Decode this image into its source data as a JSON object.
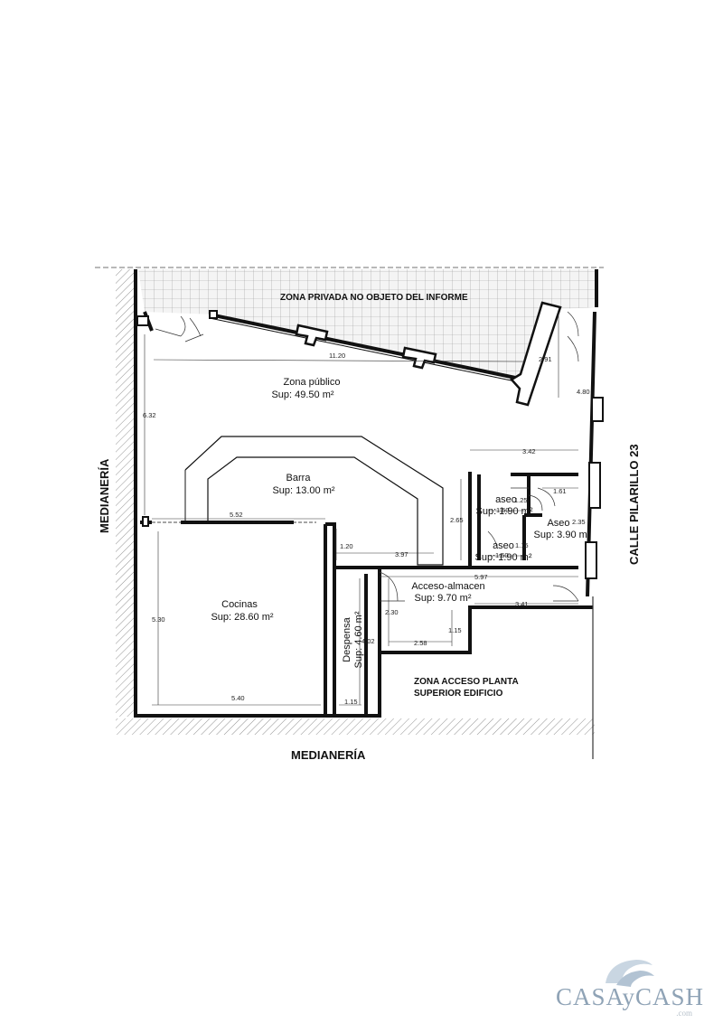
{
  "zones": {
    "private": "ZONA PRIVADA NO OBJETO DEL INFORME",
    "access_line1": "ZONA ACCESO PLANTA",
    "access_line2": "SUPERIOR EDIFICIO"
  },
  "boundaries": {
    "left": "MEDIANERÍA",
    "bottom": "MEDIANERÍA",
    "right": "CALLE PILARILLO 23"
  },
  "rooms": [
    {
      "id": "zona-publico",
      "name": "Zona público",
      "area": "Sup: 49.50 m²"
    },
    {
      "id": "barra",
      "name": "Barra",
      "area": "Sup: 13.00 m²"
    },
    {
      "id": "cocinas",
      "name": "Cocinas",
      "area": "Sup: 28.60 m²"
    },
    {
      "id": "despensa",
      "name": "Despensa",
      "area": "Sup: 4.60 m²"
    },
    {
      "id": "acceso-almacen",
      "name": "Acceso-almacen",
      "area": "Sup: 9.70 m²"
    },
    {
      "id": "aseo-1",
      "name": "aseo",
      "area": "Sup: 1.90 m²"
    },
    {
      "id": "aseo-2",
      "name": "aseo",
      "area": "Sup: 1.90 m²"
    },
    {
      "id": "aseo-3",
      "name": "Aseo",
      "area": "Sup: 3.90 m²"
    }
  ],
  "dimensions": {
    "facade_top": "11.20",
    "left_wall": "6.32",
    "right_top": "2.91",
    "right_mid": "4.80",
    "aseo_block_width": "3.42",
    "bar_top": "5.52",
    "kitchen_top": "1.20",
    "bar_length": "3.97",
    "corridor": "5.97",
    "bar_depth": "2.65",
    "aseo1_w": "1.50",
    "aseo1_h": "1.25",
    "aseo3_w": "1.61",
    "aseo3_h": "2.35",
    "aseo2_w": "1.50",
    "aseo2_h": "1.15",
    "kitchen_height": "5.30",
    "kitchen_bottom": "5.40",
    "pantry_width": "1.15",
    "pantry_height": "4.02",
    "access_height": "2.30",
    "access_width": "2.58",
    "access_step": "1.15",
    "exit_width": "3.41"
  },
  "logo": {
    "brand": "CASAyCASH",
    "tld": ".com",
    "colors": {
      "brand": "#8fa3b6",
      "wave": "#c9d6e2"
    }
  }
}
